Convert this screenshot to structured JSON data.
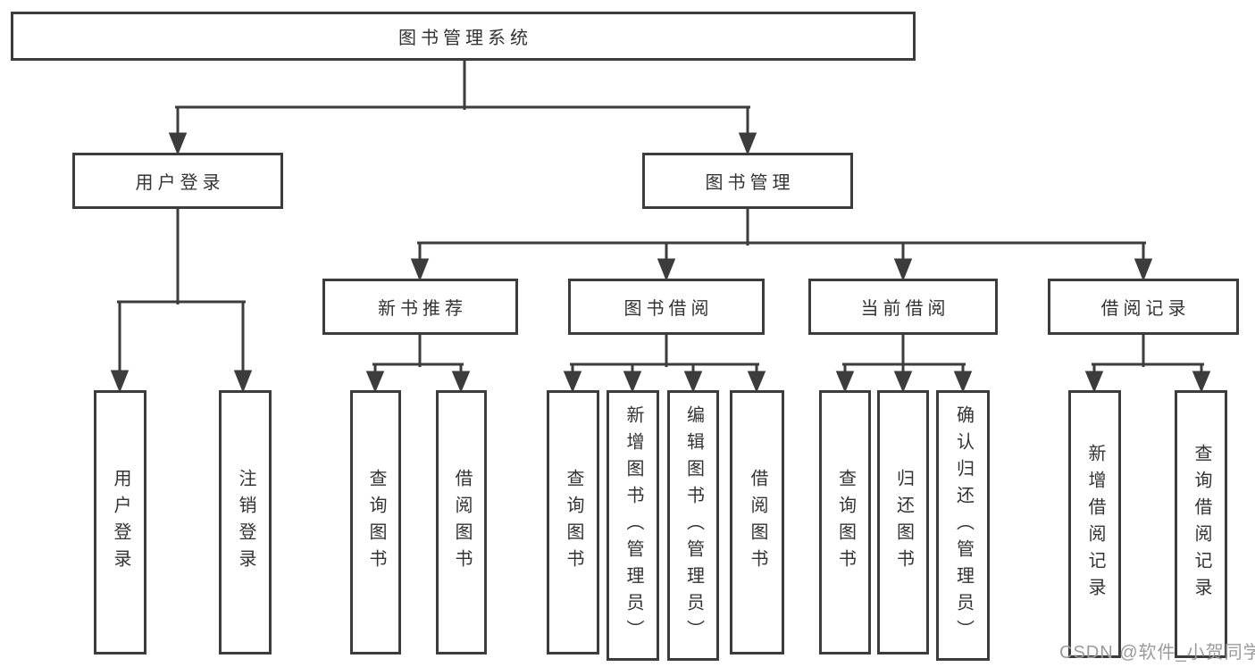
{
  "diagram": {
    "root": {
      "label": "图书管理系统"
    },
    "branches": [
      {
        "label": "用户登录",
        "children": [
          {
            "label": "用户登录"
          },
          {
            "label": "注销登录"
          }
        ]
      },
      {
        "label": "图书管理",
        "children": [
          {
            "label": "新书推荐",
            "children": [
              {
                "label": "查询图书"
              },
              {
                "label": "借阅图书"
              }
            ]
          },
          {
            "label": "图书借阅",
            "children": [
              {
                "label": "查询图书"
              },
              {
                "label": "新增图书（管理员）"
              },
              {
                "label": "编辑图书（管理员）"
              },
              {
                "label": "借阅图书"
              }
            ]
          },
          {
            "label": "当前借阅",
            "children": [
              {
                "label": "查询图书"
              },
              {
                "label": "归还图书"
              },
              {
                "label": "确认归还（管理员）"
              }
            ]
          },
          {
            "label": "借阅记录",
            "children": [
              {
                "label": "新增借阅记录"
              },
              {
                "label": "查询借阅记录"
              }
            ]
          }
        ]
      }
    ]
  },
  "watermark": "CSDN @软件_小贺同学",
  "colors": {
    "line": "#3c3c3c",
    "text": "#333333",
    "watermark": "#9b9b9b",
    "background": "#ffffff"
  }
}
